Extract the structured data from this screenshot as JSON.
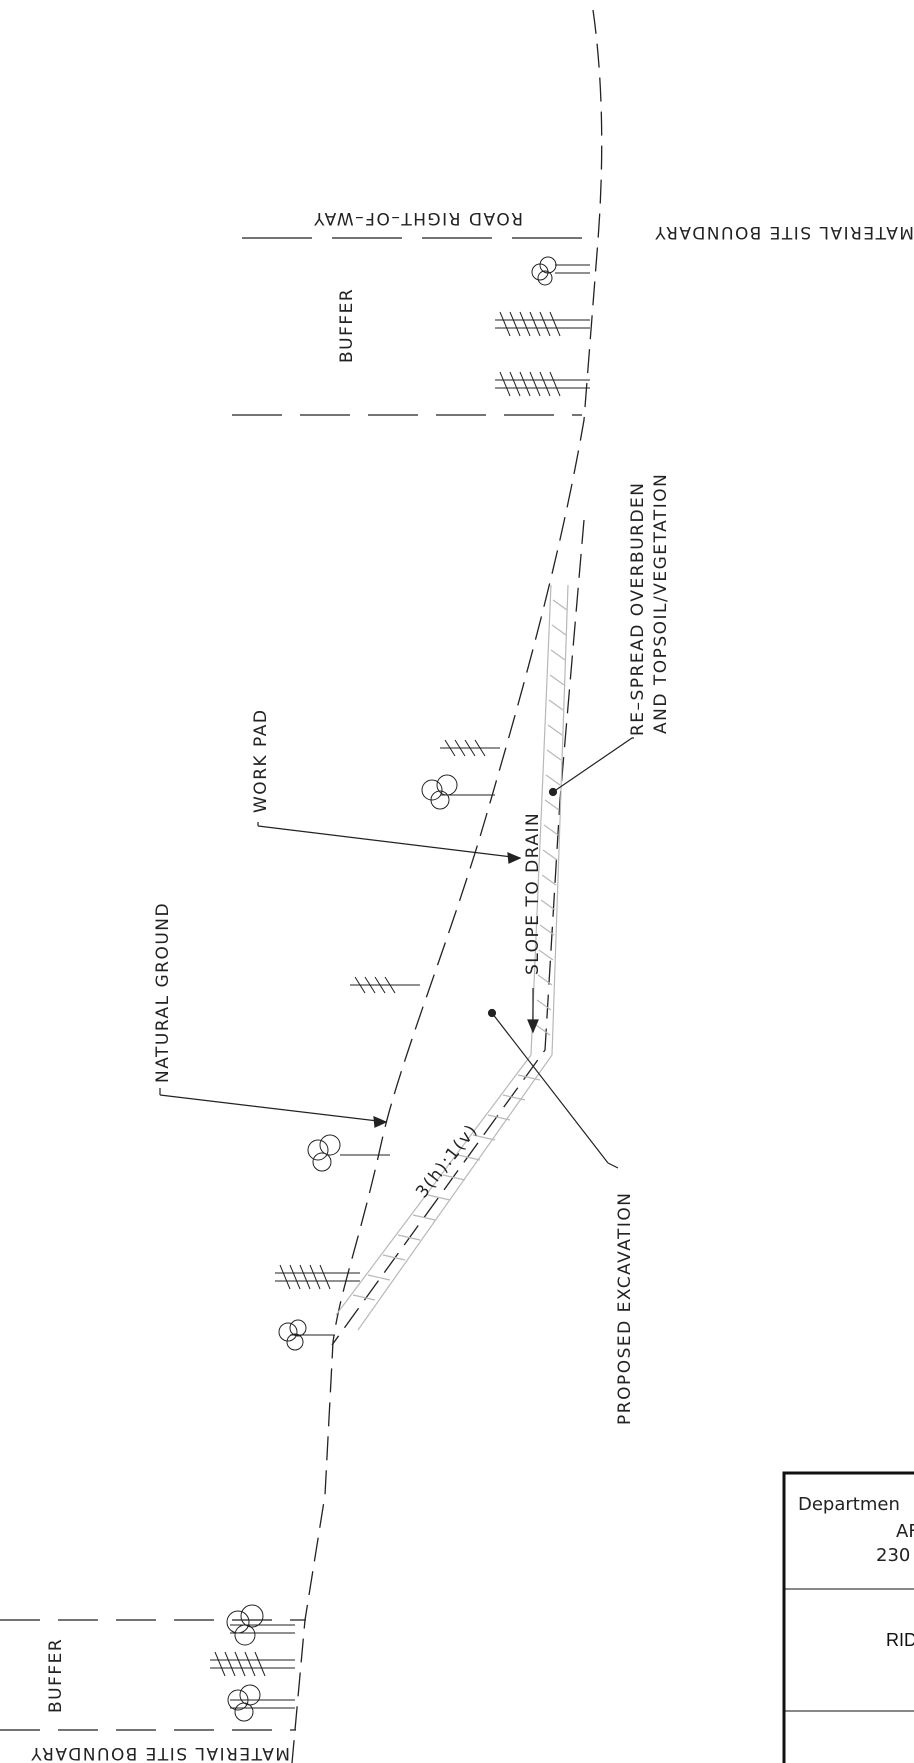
{
  "labels": {
    "material_site_boundary_top": "MATERIAL SITE BOUNDARY",
    "road_right_of_way": "ROAD RIGHT–OF–WAY",
    "buffer_top": "BUFFER",
    "respread_line1": "RE–SPREAD OVERBURDEN",
    "respread_line2": "AND TOPSOIL/VEGETATION",
    "work_pad": "WORK PAD",
    "slope_to_drain": "SLOPE TO DRAIN",
    "natural_ground": "NATURAL GROUND",
    "slope_ratio": "3(h):1(v)",
    "proposed_excavation": "PROPOSED EXCAVATION",
    "buffer_bottom": "BUFFER",
    "material_site_boundary_bottom": "MATERIAL SITE BOUNDARY"
  },
  "title_block": {
    "line1": "Departmen",
    "line2": "AF",
    "line3": "230",
    "line4": "RID"
  },
  "colors": {
    "ink": "#222222",
    "hatch": "#b8b8b8"
  }
}
